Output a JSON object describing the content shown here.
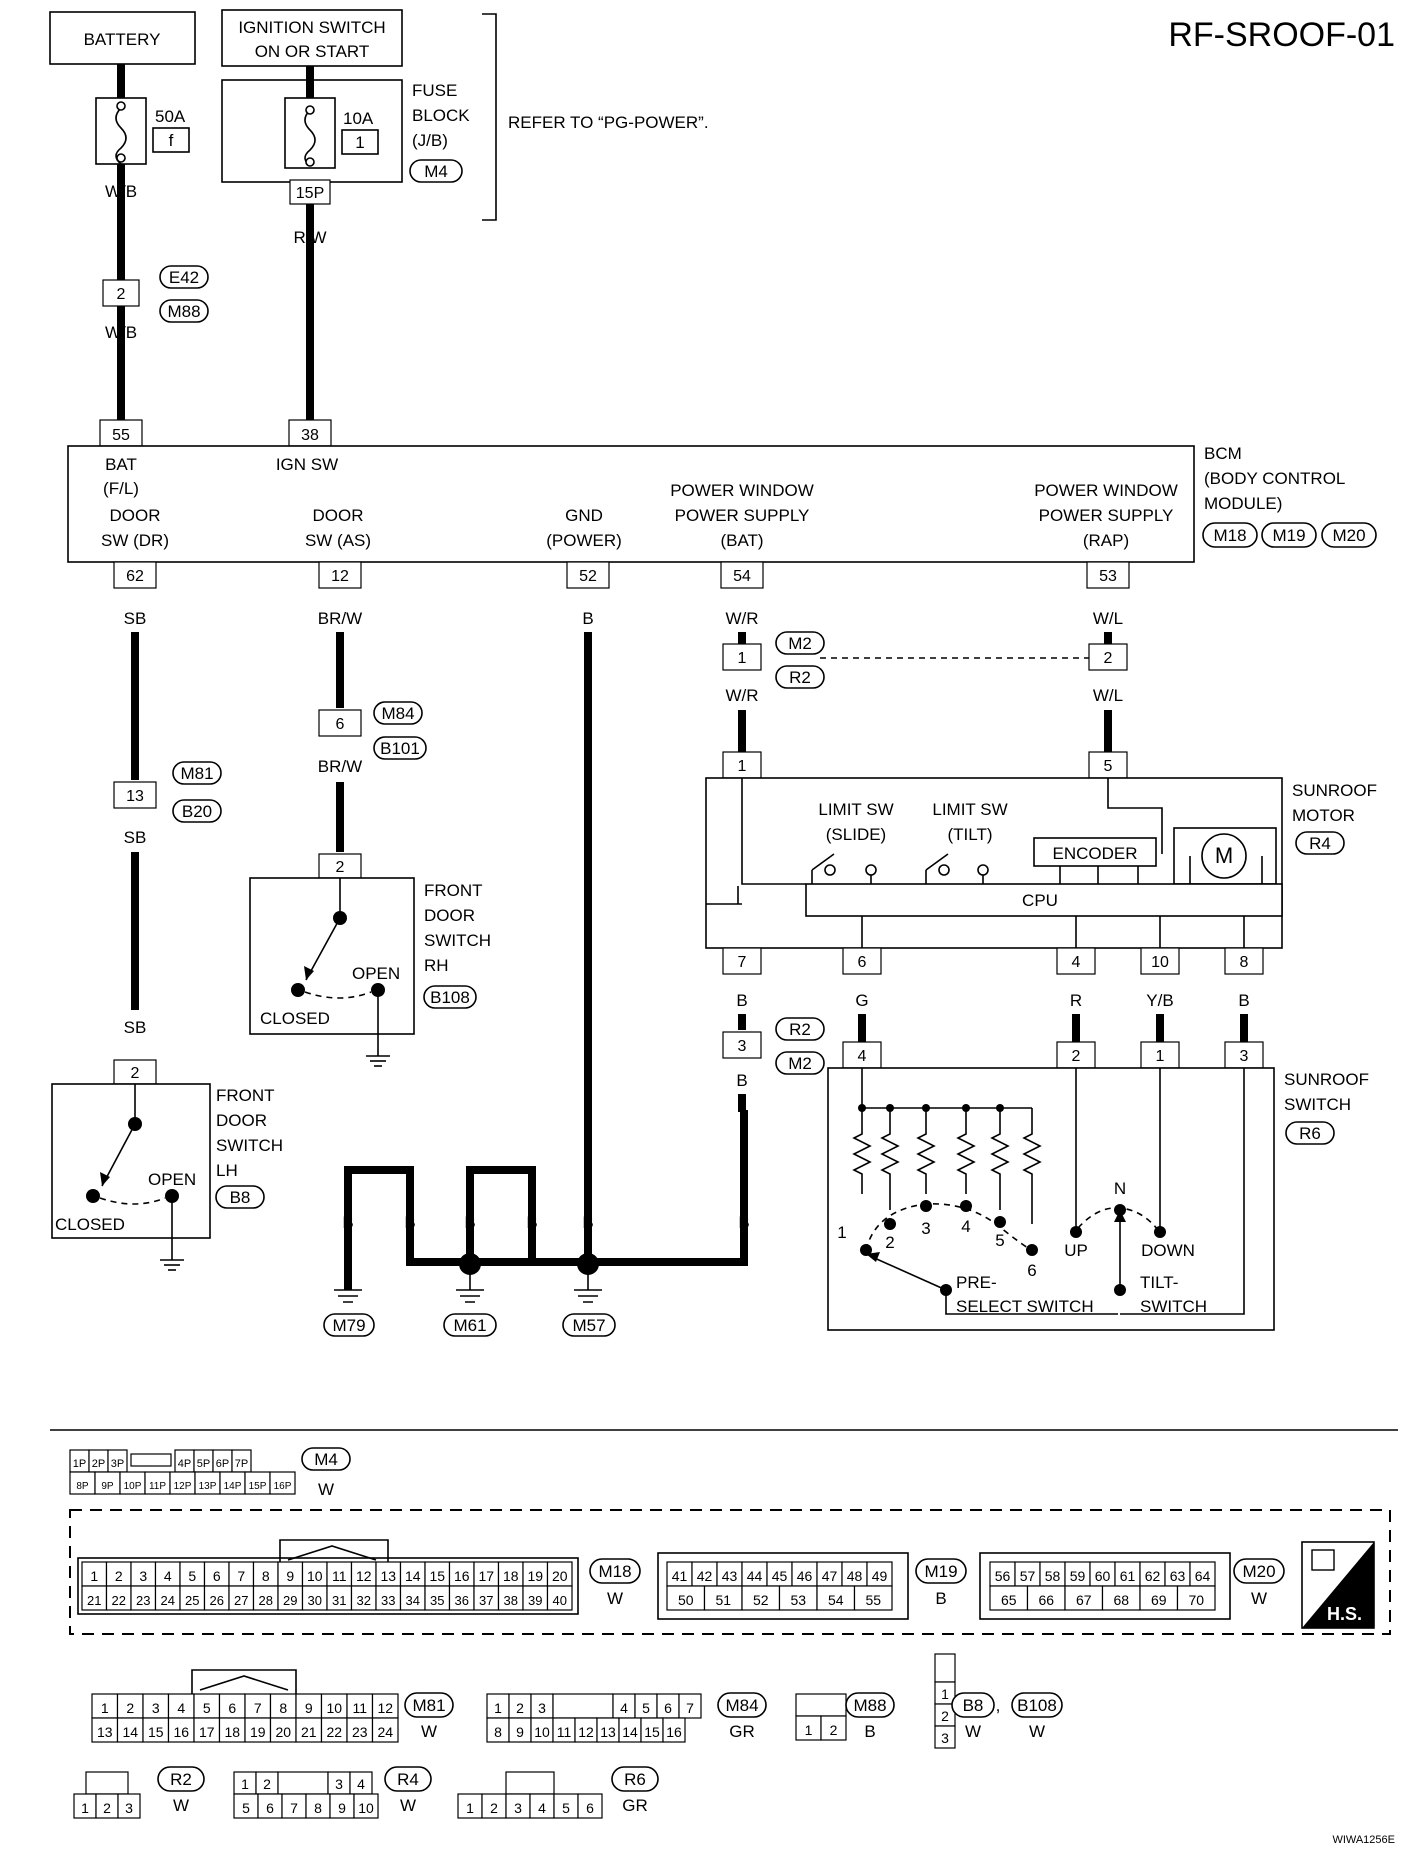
{
  "diagram_id": "RF-SROOF-01",
  "footer_code": "WIWA1256E",
  "power": {
    "battery": "BATTERY",
    "ignition": [
      "IGNITION SWITCH",
      "ON OR START"
    ],
    "fuse_50a": "50A",
    "fuse_50a_ref": "f",
    "fuse_10a": "10A",
    "fuse_10a_ref": "1",
    "fuse_block": [
      "FUSE",
      "BLOCK",
      "(J/B)"
    ],
    "fuse_block_conn": "M4",
    "fuse_pin": "15P",
    "refer_note": "REFER TO “PG-POWER”."
  },
  "wires": {
    "wb": "W/B",
    "rw": "R/W",
    "sb": "SB",
    "brw": "BR/W",
    "b": "B",
    "wr": "W/R",
    "wl": "W/L",
    "g": "G",
    "r": "R",
    "yb": "Y/B"
  },
  "connectors": {
    "e42": "E42",
    "m88": "M88",
    "m81": "M81",
    "b20": "B20",
    "m84": "M84",
    "b101": "B101",
    "m2": "M2",
    "r2": "R2",
    "b108": "B108",
    "b8": "B8",
    "r4": "R4",
    "r6": "R6",
    "m18": "M18",
    "m19": "M19",
    "m20": "M20",
    "m79": "M79",
    "m61": "M61",
    "m57": "M57"
  },
  "bcm": {
    "name": [
      "BCM",
      "(BODY CONTROL",
      "MODULE)"
    ],
    "bat": [
      "BAT",
      "(F/L)"
    ],
    "ign": "IGN SW",
    "door_dr": [
      "DOOR",
      "SW (DR)"
    ],
    "door_as": [
      "DOOR",
      "SW (AS)"
    ],
    "gnd": [
      "GND",
      "(POWER)"
    ],
    "pw_bat": [
      "POWER WINDOW",
      "POWER SUPPLY",
      "(BAT)"
    ],
    "pw_rap": [
      "POWER WINDOW",
      "POWER SUPPLY",
      "(RAP)"
    ]
  },
  "pins": {
    "p55": "55",
    "p38": "38",
    "p62": "62",
    "p12": "12",
    "p52": "52",
    "p54": "54",
    "p53": "53",
    "p2": "2",
    "p13": "13",
    "p6": "6",
    "p1": "1",
    "p5": "5",
    "p7": "7",
    "p4": "4",
    "p10": "10",
    "p8": "8",
    "p3": "3"
  },
  "motor": {
    "title": [
      "SUNROOF",
      "MOTOR"
    ],
    "limit_slide": [
      "LIMIT SW",
      "(SLIDE)"
    ],
    "limit_tilt": [
      "LIMIT SW",
      "(TILT)"
    ],
    "encoder": "ENCODER",
    "cpu": "CPU",
    "m": "M"
  },
  "switch": {
    "title": [
      "SUNROOF",
      "SWITCH"
    ],
    "positions": [
      "1",
      "2",
      "3",
      "4",
      "5",
      "6"
    ],
    "n": "N",
    "up": "UP",
    "down": "DOWN",
    "preselect": [
      "PRE-",
      "SELECT SWITCH"
    ],
    "tilt": [
      "TILT-",
      "SWITCH"
    ]
  },
  "door_rh": {
    "title": [
      "FRONT",
      "DOOR",
      "SWITCH",
      "RH"
    ],
    "open": "OPEN",
    "closed": "CLOSED"
  },
  "door_lh": {
    "title": [
      "FRONT",
      "DOOR",
      "SWITCH",
      "LH"
    ],
    "open": "OPEN",
    "closed": "CLOSED"
  },
  "conn_faces": {
    "m4": {
      "row1": [
        "1P",
        "2P",
        "3P",
        "4P",
        "5P",
        "6P",
        "7P"
      ],
      "row2": [
        "8P",
        "9P",
        "10P",
        "11P",
        "12P",
        "13P",
        "14P",
        "15P",
        "16P"
      ],
      "color": "W"
    },
    "m18": {
      "color": "W"
    },
    "m19": {
      "row1": [
        "41",
        "42",
        "43",
        "44",
        "45",
        "46",
        "47",
        "48",
        "49"
      ],
      "row2": [
        "50",
        "51",
        "52",
        "53",
        "54",
        "55"
      ],
      "color": "B"
    },
    "m20": {
      "row1": [
        "56",
        "57",
        "58",
        "59",
        "60",
        "61",
        "62",
        "63",
        "64"
      ],
      "row2": [
        "65",
        "66",
        "67",
        "68",
        "69",
        "70"
      ],
      "color": "W"
    },
    "m81": {
      "color": "W"
    },
    "m84": {
      "row1": [
        "1",
        "2",
        "3",
        "4",
        "5",
        "6",
        "7"
      ],
      "row2": [
        "8",
        "9",
        "10",
        "11",
        "12",
        "13",
        "14",
        "15",
        "16"
      ],
      "color": "GR"
    },
    "m88": {
      "pins": [
        "1",
        "2"
      ],
      "color": "B"
    },
    "b8": {
      "pins": [
        "1",
        "2",
        "3"
      ],
      "color": "W",
      "color2": "W"
    },
    "r2": {
      "pins": [
        "1",
        "2",
        "3"
      ],
      "color": "W"
    },
    "r4": {
      "row1": [
        "1",
        "2",
        "3",
        "4"
      ],
      "row2": [
        "5",
        "6",
        "7",
        "8",
        "9",
        "10"
      ],
      "color": "W"
    },
    "r6": {
      "pins": [
        "1",
        "2",
        "3",
        "4",
        "5",
        "6"
      ],
      "color": "GR"
    },
    "hs": "H.S."
  }
}
